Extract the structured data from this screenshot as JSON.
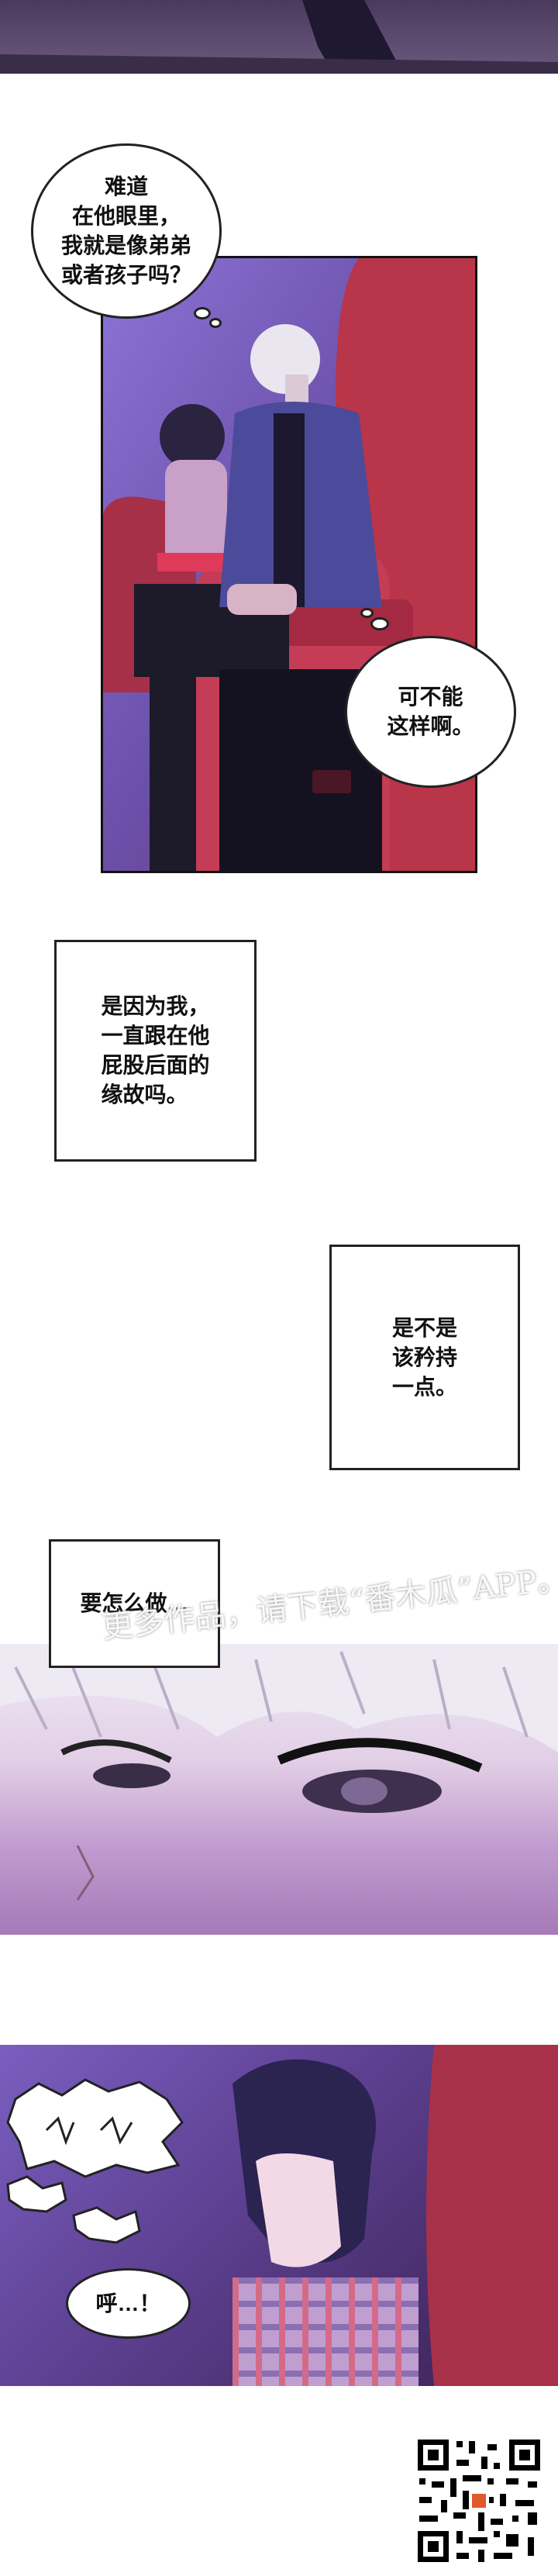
{
  "panels": {
    "p1": {
      "bubble_1": "难道\n在他眼里，\n我就是像弟弟\n或者孩子吗？",
      "bubble_2": "可不能\n这样啊。"
    },
    "narration_1": "是因为我，\n一直跟在他\n屁股后面的\n缘故吗。",
    "narration_2": "是不是\n该矜持\n一点。",
    "narration_3": "要怎么做…",
    "watermark": "更多作品，请下载“番木瓜”APP。",
    "p4": {
      "sigh_bubble": "呼…！"
    }
  },
  "colors": {
    "accent_purple": "#6a4fa8",
    "seat_red": "#b8354a",
    "background": "#ffffff"
  }
}
